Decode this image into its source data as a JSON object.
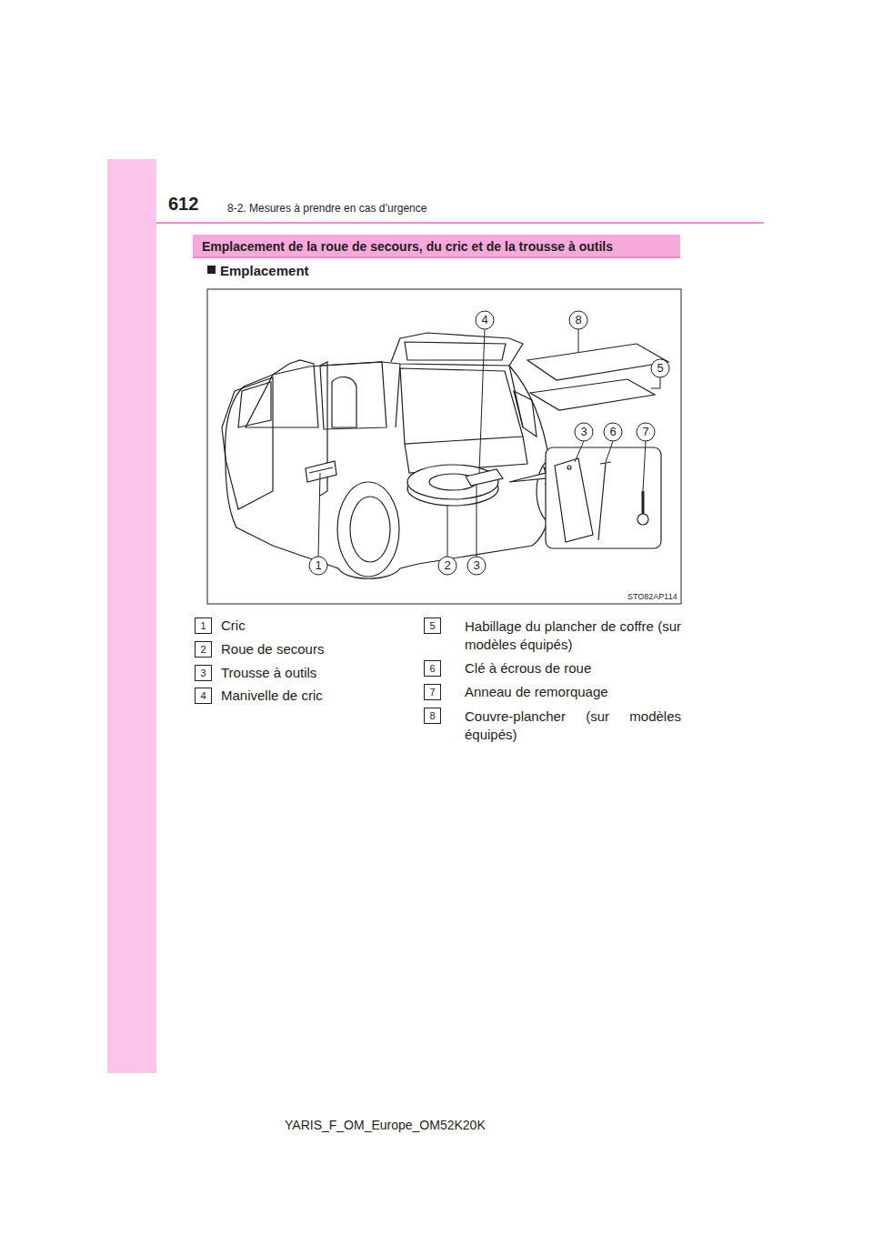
{
  "diagram": {
    "nodes": [
      {
        "text": [
          "Emplacement de la roue de secours, du cric et de la trousse à outils"
        ]
      }
    ],
    "labels": [
      "612",
      "8-2. Mesures à prendre en cas d’urgence",
      "Emplacement",
      "4",
      "8",
      "5",
      "3",
      "6",
      "7",
      "1",
      "2",
      "3",
      "STO82AP114",
      "1",
      "Cric",
      "2",
      "Roue de secours",
      "3",
      "Trousse à outils",
      "4",
      "Manivelle de cric",
      "5",
      "Habillage du plancher de coffre (sur modèles équipés)",
      "6",
      "Clé à écrous de roue",
      "7",
      "Anneau de remorquage",
      "8",
      "Couvre-plancher (sur modèles équipés)",
      "YARIS_F_OM_Europe_OM52K20K"
    ]
  }
}
